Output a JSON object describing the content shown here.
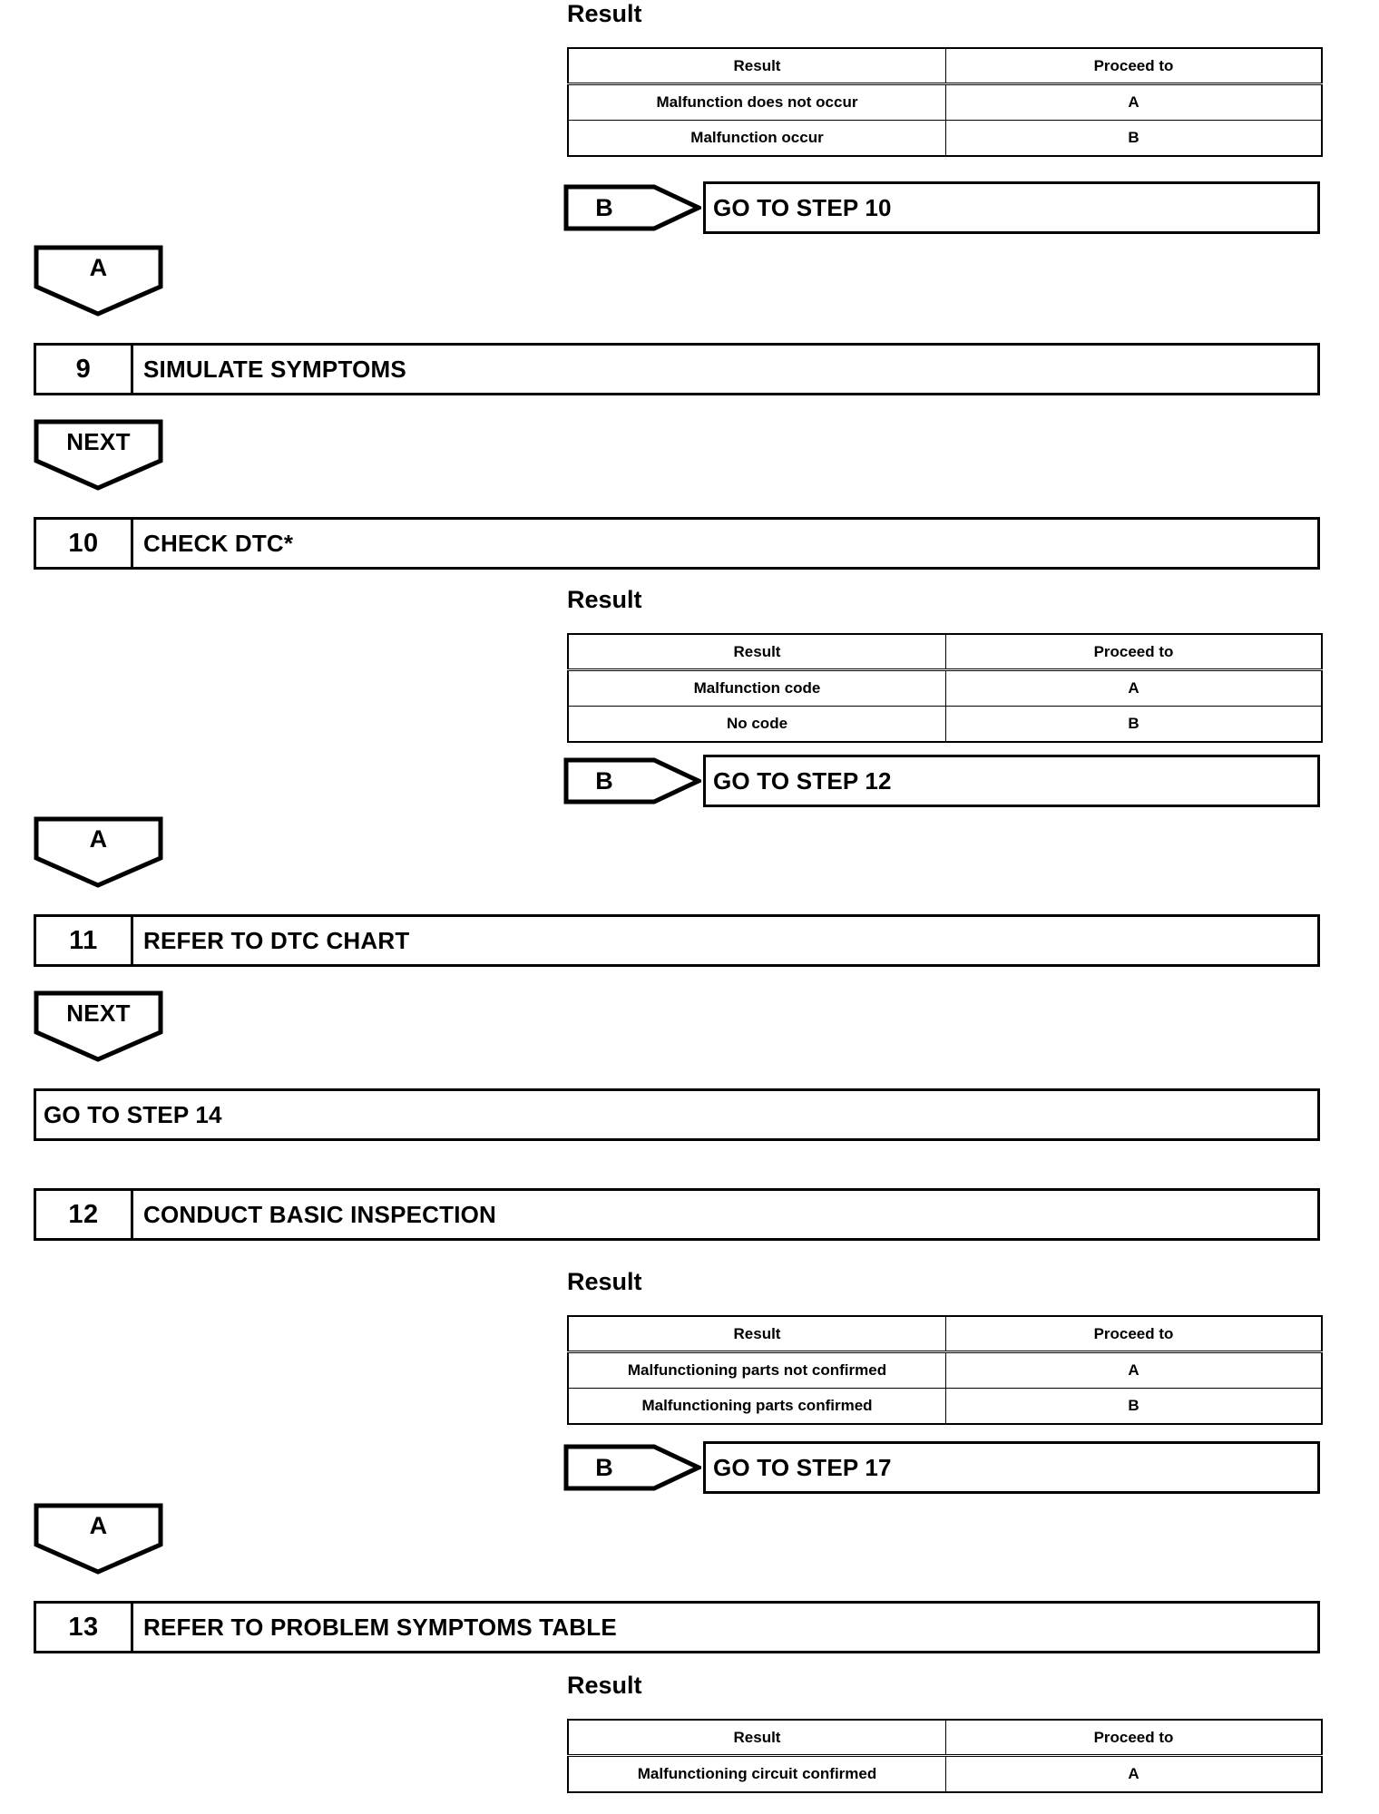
{
  "document": {
    "type": "troubleshooting-flowchart",
    "result_caption": "Result",
    "table_headers": {
      "result": "Result",
      "proceed_to": "Proceed to"
    }
  },
  "blocks": {
    "result_table_1": {
      "caption": "Result",
      "header_result": "Result",
      "header_proceed": "Proceed to",
      "rows": [
        {
          "result": "Malfunction does not occur",
          "proceed": "A"
        },
        {
          "result": "Malfunction occur",
          "proceed": "B"
        }
      ]
    },
    "branch_1": {
      "tag": "B",
      "target": "GO TO STEP 10"
    },
    "connector_a_1": {
      "label": "A"
    },
    "step_9": {
      "number": "9",
      "title": "SIMULATE SYMPTOMS"
    },
    "connector_next_1": {
      "label": "NEXT"
    },
    "step_10": {
      "number": "10",
      "title": "CHECK DTC*"
    },
    "result_table_2": {
      "caption": "Result",
      "header_result": "Result",
      "header_proceed": "Proceed to",
      "rows": [
        {
          "result": "Malfunction code",
          "proceed": "A"
        },
        {
          "result": "No code",
          "proceed": "B"
        }
      ]
    },
    "branch_2": {
      "tag": "B",
      "target": "GO TO STEP 12"
    },
    "connector_a_2": {
      "label": "A"
    },
    "step_11": {
      "number": "11",
      "title": "REFER TO DTC CHART"
    },
    "connector_next_2": {
      "label": "NEXT"
    },
    "goto_14": {
      "target": "GO TO STEP 14"
    },
    "step_12": {
      "number": "12",
      "title": "CONDUCT BASIC INSPECTION"
    },
    "result_table_3": {
      "caption": "Result",
      "header_result": "Result",
      "header_proceed": "Proceed to",
      "rows": [
        {
          "result": "Malfunctioning parts not confirmed",
          "proceed": "A"
        },
        {
          "result": "Malfunctioning parts confirmed",
          "proceed": "B"
        }
      ]
    },
    "branch_3": {
      "tag": "B",
      "target": "GO TO STEP 17"
    },
    "connector_a_3": {
      "label": "A"
    },
    "step_13": {
      "number": "13",
      "title": "REFER TO PROBLEM SYMPTOMS TABLE"
    },
    "result_table_4": {
      "caption": "Result",
      "header_result": "Result",
      "header_proceed": "Proceed to",
      "rows": [
        {
          "result": "Malfunctioning circuit confirmed",
          "proceed": "A"
        }
      ]
    }
  },
  "colors": {
    "ink": "#000000",
    "paper": "#ffffff"
  }
}
